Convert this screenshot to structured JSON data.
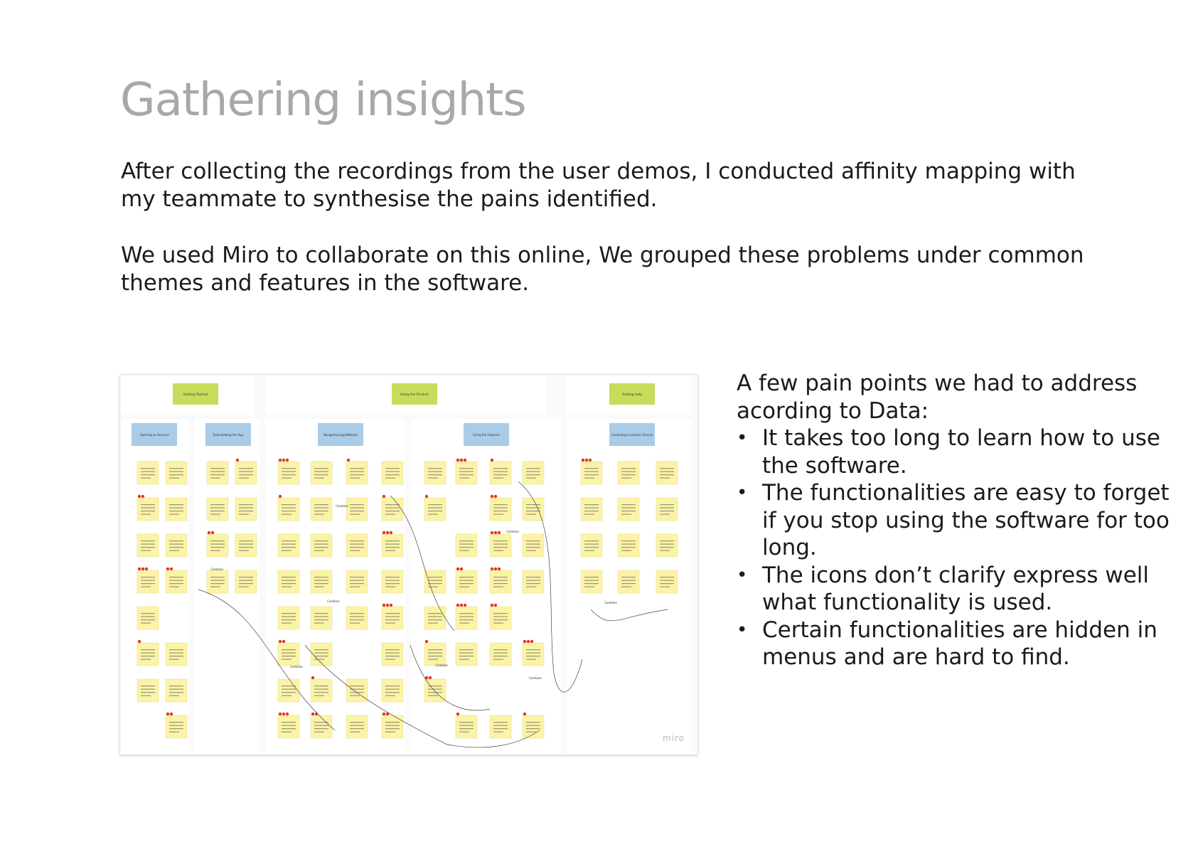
{
  "page": {
    "title": "Gathering insights",
    "paragraphs": [
      "After collecting the recordings from the user demos, I conducted affinity mapping with my teammate to synthesise the pains identified.",
      "We used Miro to collaborate on this online, We grouped these problems under common themes and features in the software."
    ]
  },
  "board": {
    "logo": "miro",
    "themes": [
      "Getting Started",
      "Using the Product",
      "Getting Help"
    ],
    "categories": [
      "Opening an Account",
      "Downloading the App",
      "Navigating App/Website",
      "Using the Features",
      "Contacting Customer Service"
    ],
    "connector_label": "Combine",
    "colors": {
      "theme": "#c5dd5b",
      "category": "#a9cce8",
      "sticky": "#fbf3a6",
      "vote_dot": "#e0352b"
    }
  },
  "pain_points": {
    "intro": "A few pain points we had to address acording to Data:",
    "items": [
      "It takes too long to learn how to use the software.",
      "The functionalities are easy to forget if you stop using the software for too long.",
      "The icons don’t clarify express well what functionality is used.",
      "Certain functionalities are hidden in menus and are hard to find."
    ]
  }
}
